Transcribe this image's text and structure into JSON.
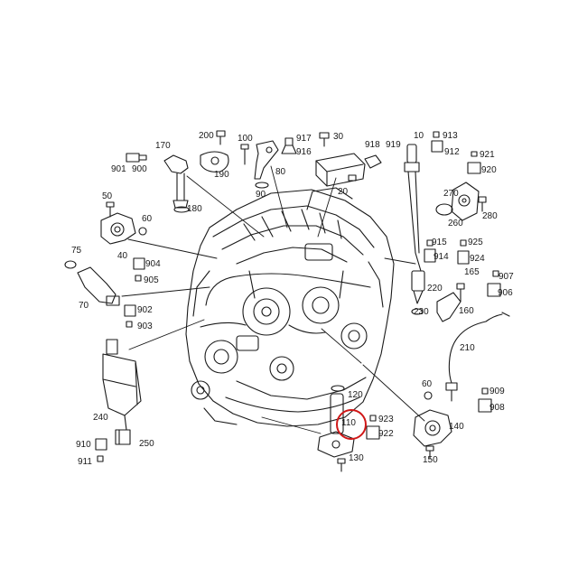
{
  "diagram": {
    "labels": [
      "200",
      "100",
      "917",
      "916",
      "30",
      "918",
      "919",
      "10",
      "913",
      "912",
      "921",
      "920",
      "170",
      "901",
      "900",
      "190",
      "80",
      "90",
      "20",
      "50",
      "60",
      "180",
      "40",
      "270",
      "260",
      "280",
      "904",
      "905",
      "75",
      "70",
      "902",
      "903",
      "915",
      "914",
      "925",
      "924",
      "165",
      "907",
      "906",
      "220",
      "230",
      "160",
      "210",
      "240",
      "909",
      "908",
      "60",
      "120",
      "110",
      "923",
      "922",
      "140",
      "910",
      "911",
      "250",
      "130",
      "150"
    ],
    "highlighted_label": "110",
    "colors": {
      "line": "#1a1a1a",
      "highlight": "#d01818",
      "background": "#ffffff"
    }
  }
}
